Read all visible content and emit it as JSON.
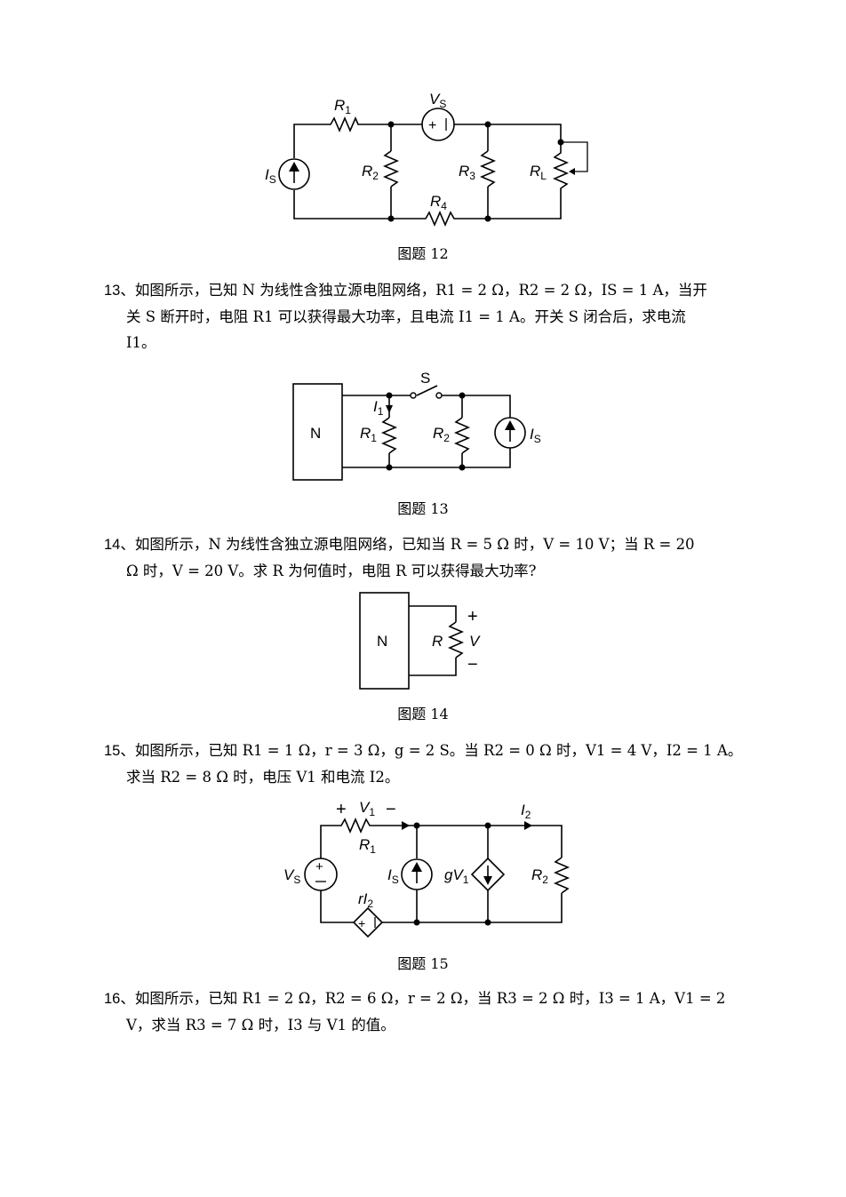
{
  "fig12": {
    "caption": "图题 12",
    "labels": {
      "R1": "R",
      "R1sub": "1",
      "VS": "V",
      "VSsub": "S",
      "IS": "I",
      "ISsub": "S",
      "R2": "R",
      "R2sub": "2",
      "R3": "R",
      "R3sub": "3",
      "RL": "R",
      "RLsub": "L",
      "R4": "R",
      "R4sub": "4"
    }
  },
  "q13": {
    "number": "13、",
    "lines": [
      "如图所示，已知 N 为线性含独立源电阻网络，R1 = 2 Ω，R2 = 2 Ω，IS = 1 A，当开",
      "关 S 断开时，电阻 R1 可以获得最大功率，且电流 I1 = 1 A。开关 S 闭合后，求电流",
      "I1。"
    ]
  },
  "fig13": {
    "caption": "图题 13",
    "labels": {
      "N": "N",
      "S": "S",
      "I1": "I",
      "I1sub": "1",
      "R1": "R",
      "R1sub": "1",
      "R2": "R",
      "R2sub": "2",
      "IS": "I",
      "ISsub": "S"
    }
  },
  "q14": {
    "number": "14、",
    "lines": [
      "如图所示，N 为线性含独立源电阻网络，已知当 R = 5 Ω 时，V = 10 V；当 R = 20",
      "Ω 时，V = 20 V。求 R 为何值时，电阻 R 可以获得最大功率?"
    ]
  },
  "fig14": {
    "caption": "图题 14",
    "labels": {
      "N": "N",
      "R": "R",
      "V": "V",
      "plus": "+",
      "minus": "−"
    }
  },
  "q15": {
    "number": "15、",
    "lines": [
      "如图所示，已知 R1 = 1 Ω，r = 3 Ω，g = 2 S。当 R2 = 0 Ω 时，V1 = 4 V，I2 = 1 A。",
      "求当 R2 = 8 Ω 时，电压 V1 和电流 I2。"
    ]
  },
  "fig15": {
    "caption": "图题 15",
    "labels": {
      "plus": "+",
      "minus": "−",
      "V1": "V",
      "V1sub": "1",
      "R1": "R",
      "R1sub": "1",
      "I2": "I",
      "I2sub": "2",
      "VS": "V",
      "VSsub": "S",
      "IS": "I",
      "ISsub": "S",
      "gV1": "gV",
      "gV1sub": "1",
      "R2": "R",
      "R2sub": "2",
      "rI2": "rI",
      "rI2sub": "2"
    }
  },
  "q16": {
    "number": "16、",
    "lines": [
      "如图所示，已知 R1 = 2 Ω，R2 = 6 Ω，r = 2 Ω，当 R3 = 2 Ω 时，I3 = 1 A，V1 = 2",
      "V，求当 R3 = 7 Ω 时，I3 与 V1 的值。"
    ]
  }
}
